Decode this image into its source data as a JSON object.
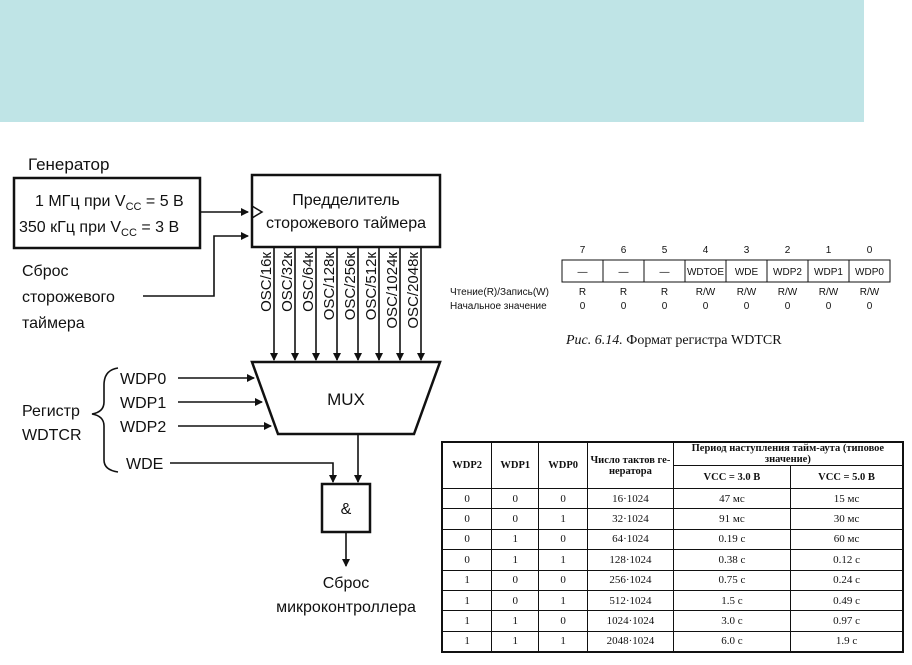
{
  "diagram": {
    "generator_title": "Генератор",
    "generator_line1": "1 МГц при V",
    "generator_line1_sub": "CC",
    "generator_line1_tail": " = 5 В",
    "generator_line2": "350 кГц при V",
    "generator_line2_sub": "CC",
    "generator_line2_tail": " = 3 В",
    "prescaler_line1": "Предделитель",
    "prescaler_line2": "сторожевого таймера",
    "reset_label": [
      "Сброс",
      "сторожевого",
      "таймера"
    ],
    "osc_outputs": [
      "OSC/16к",
      "OSC/32к",
      "OSC/64к",
      "OSC/128к",
      "OSC/256к",
      "OSC/512к",
      "OSC/1024к",
      "OSC/2048к"
    ],
    "mux_label": "MUX",
    "register_label": [
      "Регистр",
      "WDTCR"
    ],
    "mux_inputs": [
      "WDP0",
      "WDP1",
      "WDP2"
    ],
    "wde_label": "WDE",
    "and_label": "&",
    "output_label": [
      "Сброс",
      "микроконтроллера"
    ]
  },
  "register": {
    "bit_numbers": [
      "7",
      "6",
      "5",
      "4",
      "3",
      "2",
      "1",
      "0"
    ],
    "bit_names": [
      "—",
      "—",
      "—",
      "WDTOE",
      "WDE",
      "WDP2",
      "WDP1",
      "WDP0"
    ],
    "rw_label": "Чтение(R)/Запись(W)",
    "rw_values": [
      "R",
      "R",
      "R",
      "R/W",
      "R/W",
      "R/W",
      "R/W",
      "R/W"
    ],
    "init_label": "Начальное значение",
    "init_values": [
      "0",
      "0",
      "0",
      "0",
      "0",
      "0",
      "0",
      "0"
    ],
    "caption_num": "Рис. 6.14.",
    "caption_text": " Формат регистра WDTCR"
  },
  "table": {
    "headers": {
      "wdp2": "WDP2",
      "wdp1": "WDP1",
      "wdp0": "WDP0",
      "cycles": "Число тактов ге-нератора",
      "period": "Период наступления тайм-аута (типовое значение)",
      "vcc3": "VCC = 3.0 В",
      "vcc5": "VCC = 5.0 В"
    },
    "rows": [
      [
        "0",
        "0",
        "0",
        "16·1024",
        "47 мс",
        "15 мс"
      ],
      [
        "0",
        "0",
        "1",
        "32·1024",
        "91 мс",
        "30 мс"
      ],
      [
        "0",
        "1",
        "0",
        "64·1024",
        "0.19 с",
        "60 мс"
      ],
      [
        "0",
        "1",
        "1",
        "128·1024",
        "0.38 с",
        "0.12 с"
      ],
      [
        "1",
        "0",
        "0",
        "256·1024",
        "0.75 с",
        "0.24 с"
      ],
      [
        "1",
        "0",
        "1",
        "512·1024",
        "1.5 с",
        "0.49 с"
      ],
      [
        "1",
        "1",
        "0",
        "1024·1024",
        "3.0 с",
        "0.97 с"
      ],
      [
        "1",
        "1",
        "1",
        "2048·1024",
        "6.0 с",
        "1.9 с"
      ]
    ]
  }
}
